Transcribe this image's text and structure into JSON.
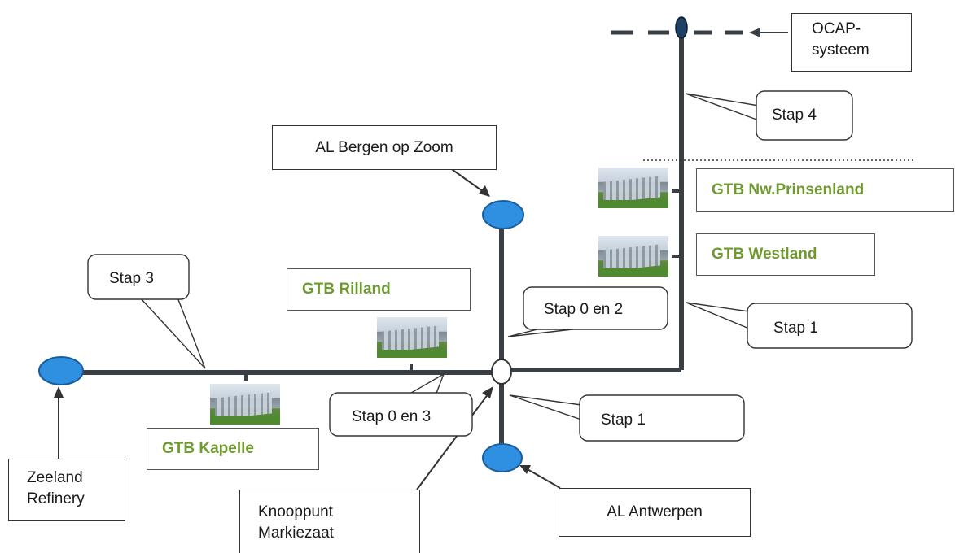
{
  "boxes": {
    "ocap_line1": "OCAP-",
    "ocap_line2": "systeem",
    "bergen_op_zoom": "AL Bergen op Zoom",
    "zeeland_line1": "Zeeland",
    "zeeland_line2": "Refinery",
    "knooppunt_line1": "Knooppunt",
    "knooppunt_line2": "Markiezaat",
    "antwerpen": "AL Antwerpen"
  },
  "sites": {
    "nw_prinsenland": "GTB Nw.Prinsenland",
    "westland": "GTB Westland",
    "rilland": "GTB Rilland",
    "kapelle": "GTB Kapelle"
  },
  "callouts": {
    "stap4": "Stap 4",
    "stap3": "Stap 3",
    "stap0en2": "Stap 0 en 2",
    "stap1_right": "Stap 1",
    "stap0en3": "Stap 0 en 3",
    "stap1_bottom": "Stap 1"
  },
  "colors": {
    "pipeline": "#3a3f46",
    "node_fill": "#2f8fe0",
    "site_label_text": "#6f9a2e"
  },
  "icons": [
    "greenhouse-photo"
  ]
}
